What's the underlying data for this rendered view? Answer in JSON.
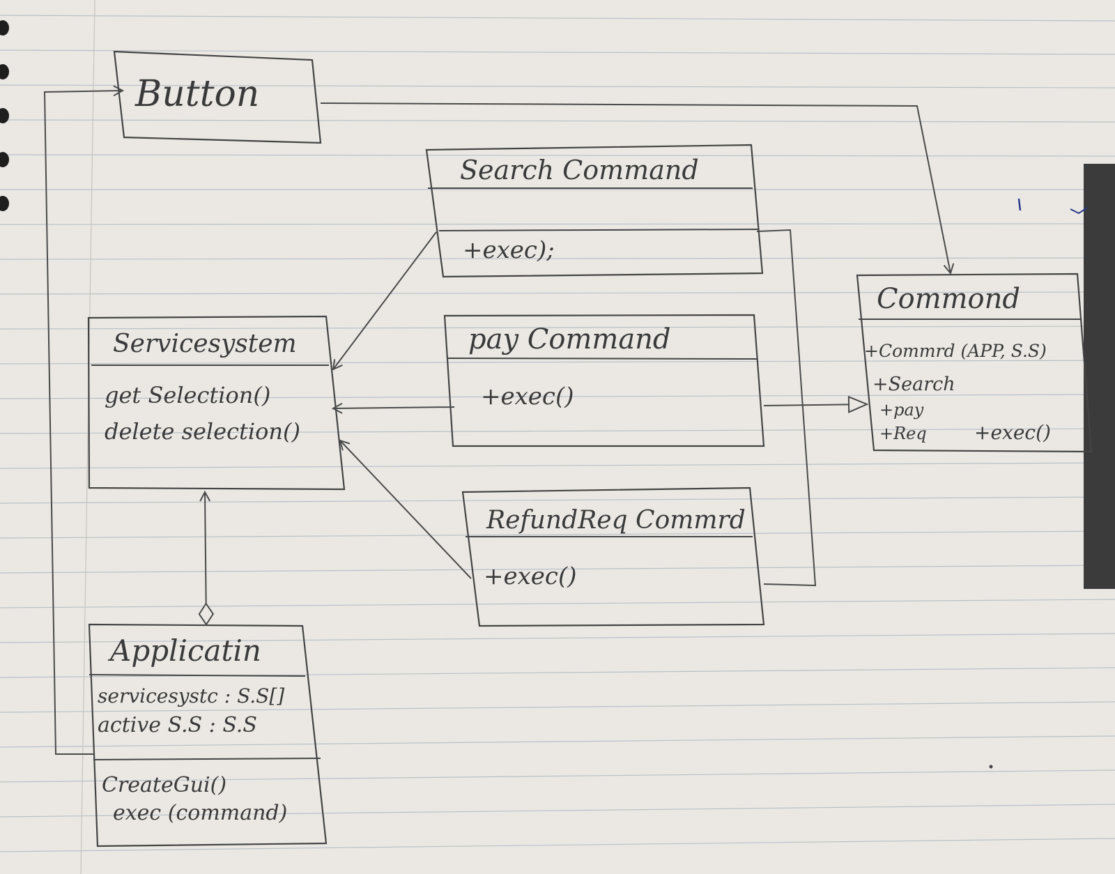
{
  "classes": {
    "button": {
      "name": "Button"
    },
    "search_command": {
      "name": "Search Command",
      "methods": [
        "+exec);"
      ]
    },
    "pay_command": {
      "name": "pay Command",
      "methods": [
        "+exec()"
      ]
    },
    "refund_command": {
      "name": "RefundReq Commrd",
      "methods": [
        "+exec()"
      ]
    },
    "service_system": {
      "name": "Servicesystem",
      "methods": [
        "get Selection()",
        "delete selection()"
      ]
    },
    "command": {
      "name": "Commond",
      "methods": [
        "+Commrd (APP, S.S)",
        "+Search",
        "+pay",
        "+Req",
        "+exec()"
      ]
    },
    "application": {
      "name": "Applicatin",
      "attributes": [
        "servicesystc : S.S[]",
        "active S.S : S.S"
      ],
      "methods": [
        "CreateGui()",
        "exec (command)"
      ]
    }
  },
  "colors": {
    "paper": "#ebe8e4",
    "pencil": "#3f3f3f",
    "rule": "#b9c0c6",
    "margin_dots": "#1e1e1e",
    "binder": "#3b3b3b"
  },
  "relations": [
    {
      "from": "Application",
      "to": "Button",
      "kind": "association-arrow"
    },
    {
      "from": "Button",
      "to": "Commond",
      "kind": "association-arrow"
    },
    {
      "from": "Search Command",
      "to": "Servicesystem",
      "kind": "association-arrow"
    },
    {
      "from": "pay Command",
      "to": "Servicesystem",
      "kind": "association-arrow"
    },
    {
      "from": "RefundReq Commrd",
      "to": "Servicesystem",
      "kind": "association-arrow"
    },
    {
      "from": "pay Command",
      "to": "Commond",
      "kind": "realization"
    },
    {
      "from": "Application",
      "to": "Servicesystem",
      "kind": "aggregation"
    }
  ]
}
